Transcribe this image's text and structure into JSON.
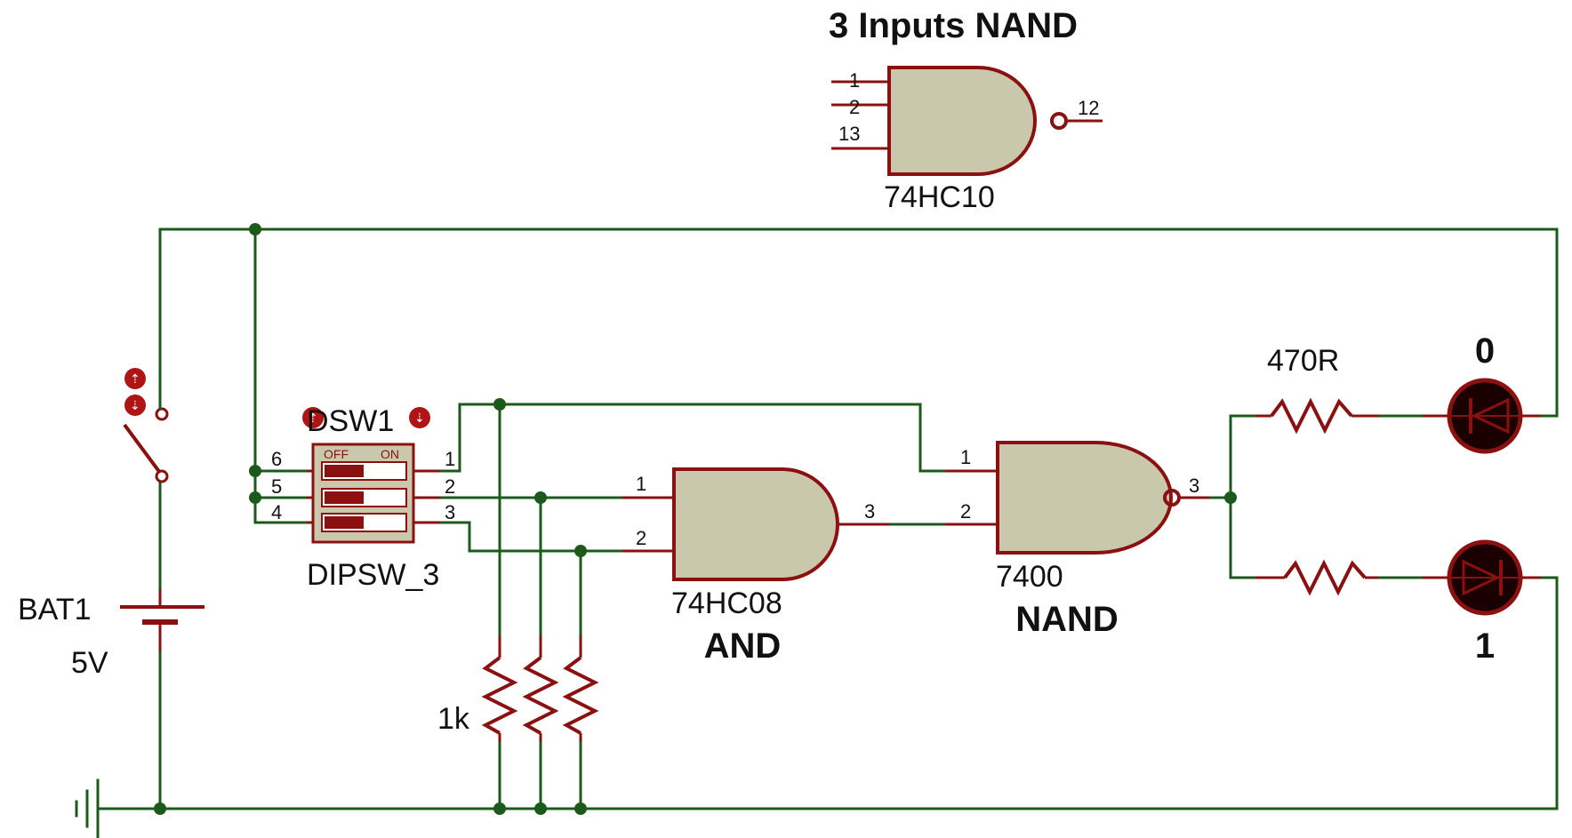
{
  "diagram": {
    "title": "3 Inputs NAND",
    "nand3": {
      "part": "74HC10",
      "pins": [
        "1",
        "2",
        "13",
        "12"
      ]
    },
    "dip_switch": {
      "ref": "DSW1",
      "part": "DIPSW_3",
      "off": "OFF",
      "on": "ON",
      "left_pins": [
        "6",
        "5",
        "4"
      ],
      "right_pins": [
        "1",
        "2",
        "3"
      ]
    },
    "battery": {
      "ref": "BAT1",
      "value": "5V"
    },
    "and_gate": {
      "part": "74HC08",
      "name": "AND",
      "pins": [
        "1",
        "2",
        "3"
      ]
    },
    "nand_gate": {
      "part": "7400",
      "name": "NAND",
      "pins": [
        "1",
        "2",
        "3"
      ]
    },
    "resistor_led": "470R",
    "pulldown": "1k",
    "led_top_label": "0",
    "led_bottom_label": "1"
  }
}
